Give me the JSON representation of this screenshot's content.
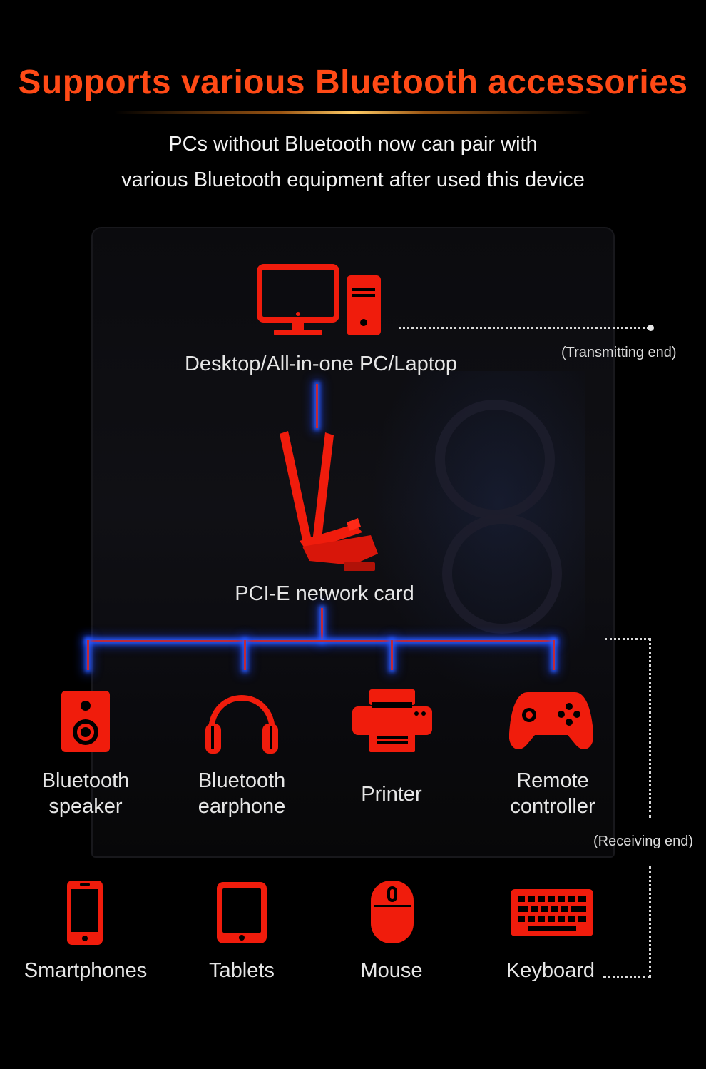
{
  "header": {
    "title": "Supports various Bluetooth accessories",
    "subtitle_line1": "PCs without Bluetooth now can pair with",
    "subtitle_line2": "various Bluetooth equipment after used this device"
  },
  "transmitter": {
    "label": "Desktop/All-in-one PC/Laptop",
    "end_label": "(Transmitting end)"
  },
  "card": {
    "label": "PCI-E network card"
  },
  "receiving_end_label": "(Receiving end)",
  "devices_row1": [
    {
      "line1": "Bluetooth",
      "line2": "speaker",
      "icon": "speaker-icon"
    },
    {
      "line1": "Bluetooth",
      "line2": "earphone",
      "icon": "headphones-icon"
    },
    {
      "line1": "Printer",
      "line2": "",
      "icon": "printer-icon"
    },
    {
      "line1": "Remote",
      "line2": "controller",
      "icon": "gamepad-icon"
    }
  ],
  "devices_row2": [
    {
      "label": "Smartphones",
      "icon": "smartphone-icon"
    },
    {
      "label": "Tablets",
      "icon": "tablet-icon"
    },
    {
      "label": "Mouse",
      "icon": "mouse-icon"
    },
    {
      "label": "Keyboard",
      "icon": "keyboard-icon"
    }
  ],
  "colors": {
    "accent": "#ff4a16",
    "icon_red": "#f01c0c",
    "glow_blue": "#2e5cff",
    "background": "#000000"
  }
}
